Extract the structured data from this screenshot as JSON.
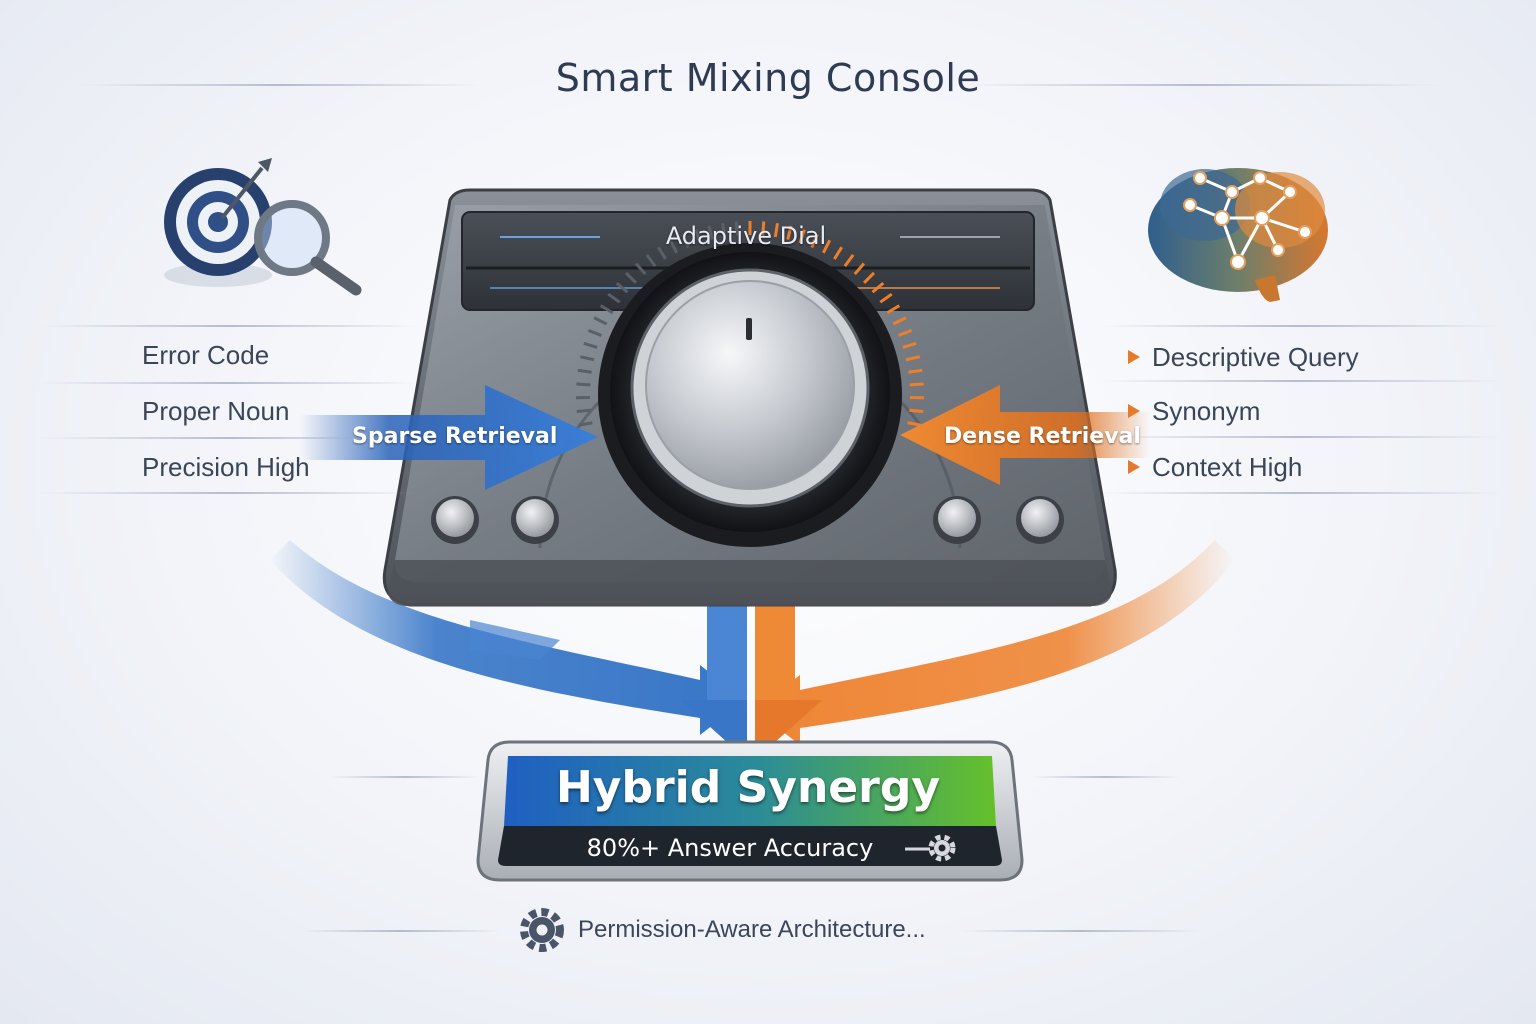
{
  "title": "Smart Mixing Console",
  "console": {
    "label": "Adaptive Dial"
  },
  "sparse": {
    "label": "Sparse Retrieval",
    "features": [
      "Error Code",
      "Proper Noun",
      "Precision High"
    ]
  },
  "dense": {
    "label": "Dense Retrieval",
    "features": [
      "Descriptive Query",
      "Synonym",
      "Context High"
    ]
  },
  "result": {
    "title": "Hybrid Synergy",
    "subtitle": "80%+ Answer Accuracy"
  },
  "footer": {
    "text": "Permission-Aware Architecture..."
  },
  "icons": {
    "sparse": "target-magnifier-icon",
    "dense": "brain-network-icon",
    "footer": "gear-icon",
    "result": "gear-icon"
  },
  "colors": {
    "sparse": "#2d6fc4",
    "dense": "#ee7f2a",
    "result_left": "#1f5fc2",
    "result_right": "#66c02a",
    "text": "#2f3b52"
  }
}
